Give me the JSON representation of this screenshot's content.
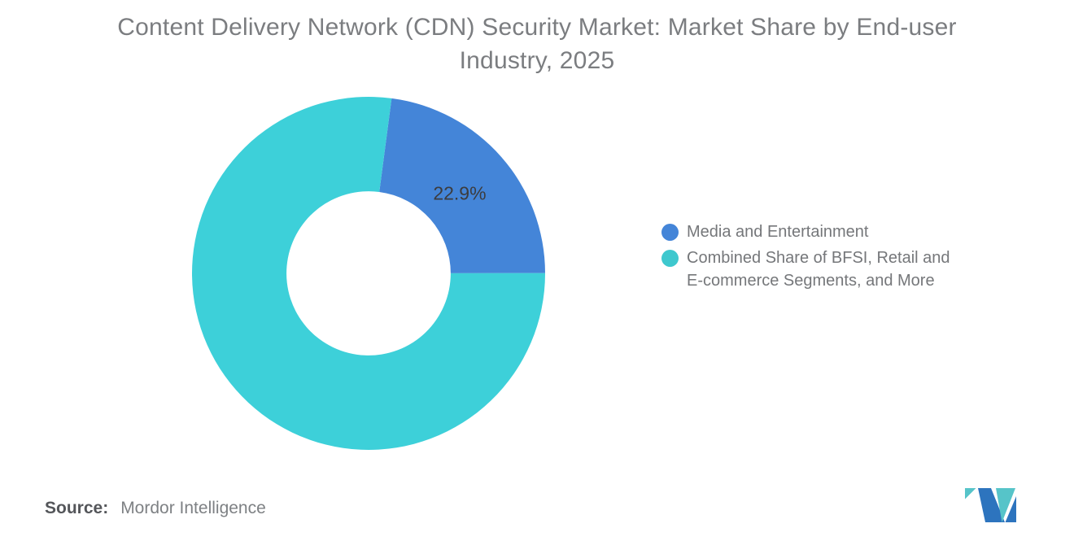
{
  "title": {
    "text": "Content Delivery Network (CDN) Security Market: Market Share by End-user Industry, 2025",
    "lines": [
      "Content Delivery Network (CDN) Security Market: Market Share by End-user",
      "Industry, 2025"
    ]
  },
  "chart_data": {
    "type": "pie",
    "donut": true,
    "start_angle_deg": 7.5,
    "inner_radius_ratio": 0.465,
    "label_color": "#3c3c3e",
    "slices": [
      {
        "name": "Media and Entertainment",
        "value": 22.9,
        "label": "22.9%",
        "color": "#4485d8"
      },
      {
        "name": "Combined Share of BFSI, Retail and E-commerce Segments, and More",
        "value": 77.1,
        "label": "",
        "color": "#3dd0d9"
      }
    ]
  },
  "legend": {
    "items": [
      {
        "label": "Media and Entertainment",
        "lines": [
          "Media and Entertainment"
        ],
        "color": "#4485d8"
      },
      {
        "label": "Combined Share of BFSI, Retail and E-commerce Segments, and More",
        "lines": [
          "Combined Share of BFSI, Retail and",
          "E-commerce Segments, and More"
        ],
        "color": "#3ec8ce"
      }
    ]
  },
  "footer": {
    "source_label": "Source:",
    "source_value": "Mordor Intelligence"
  },
  "logo": {
    "name": "Mordor Intelligence",
    "teal": "#56c4c9",
    "blue": "#2d74be"
  }
}
